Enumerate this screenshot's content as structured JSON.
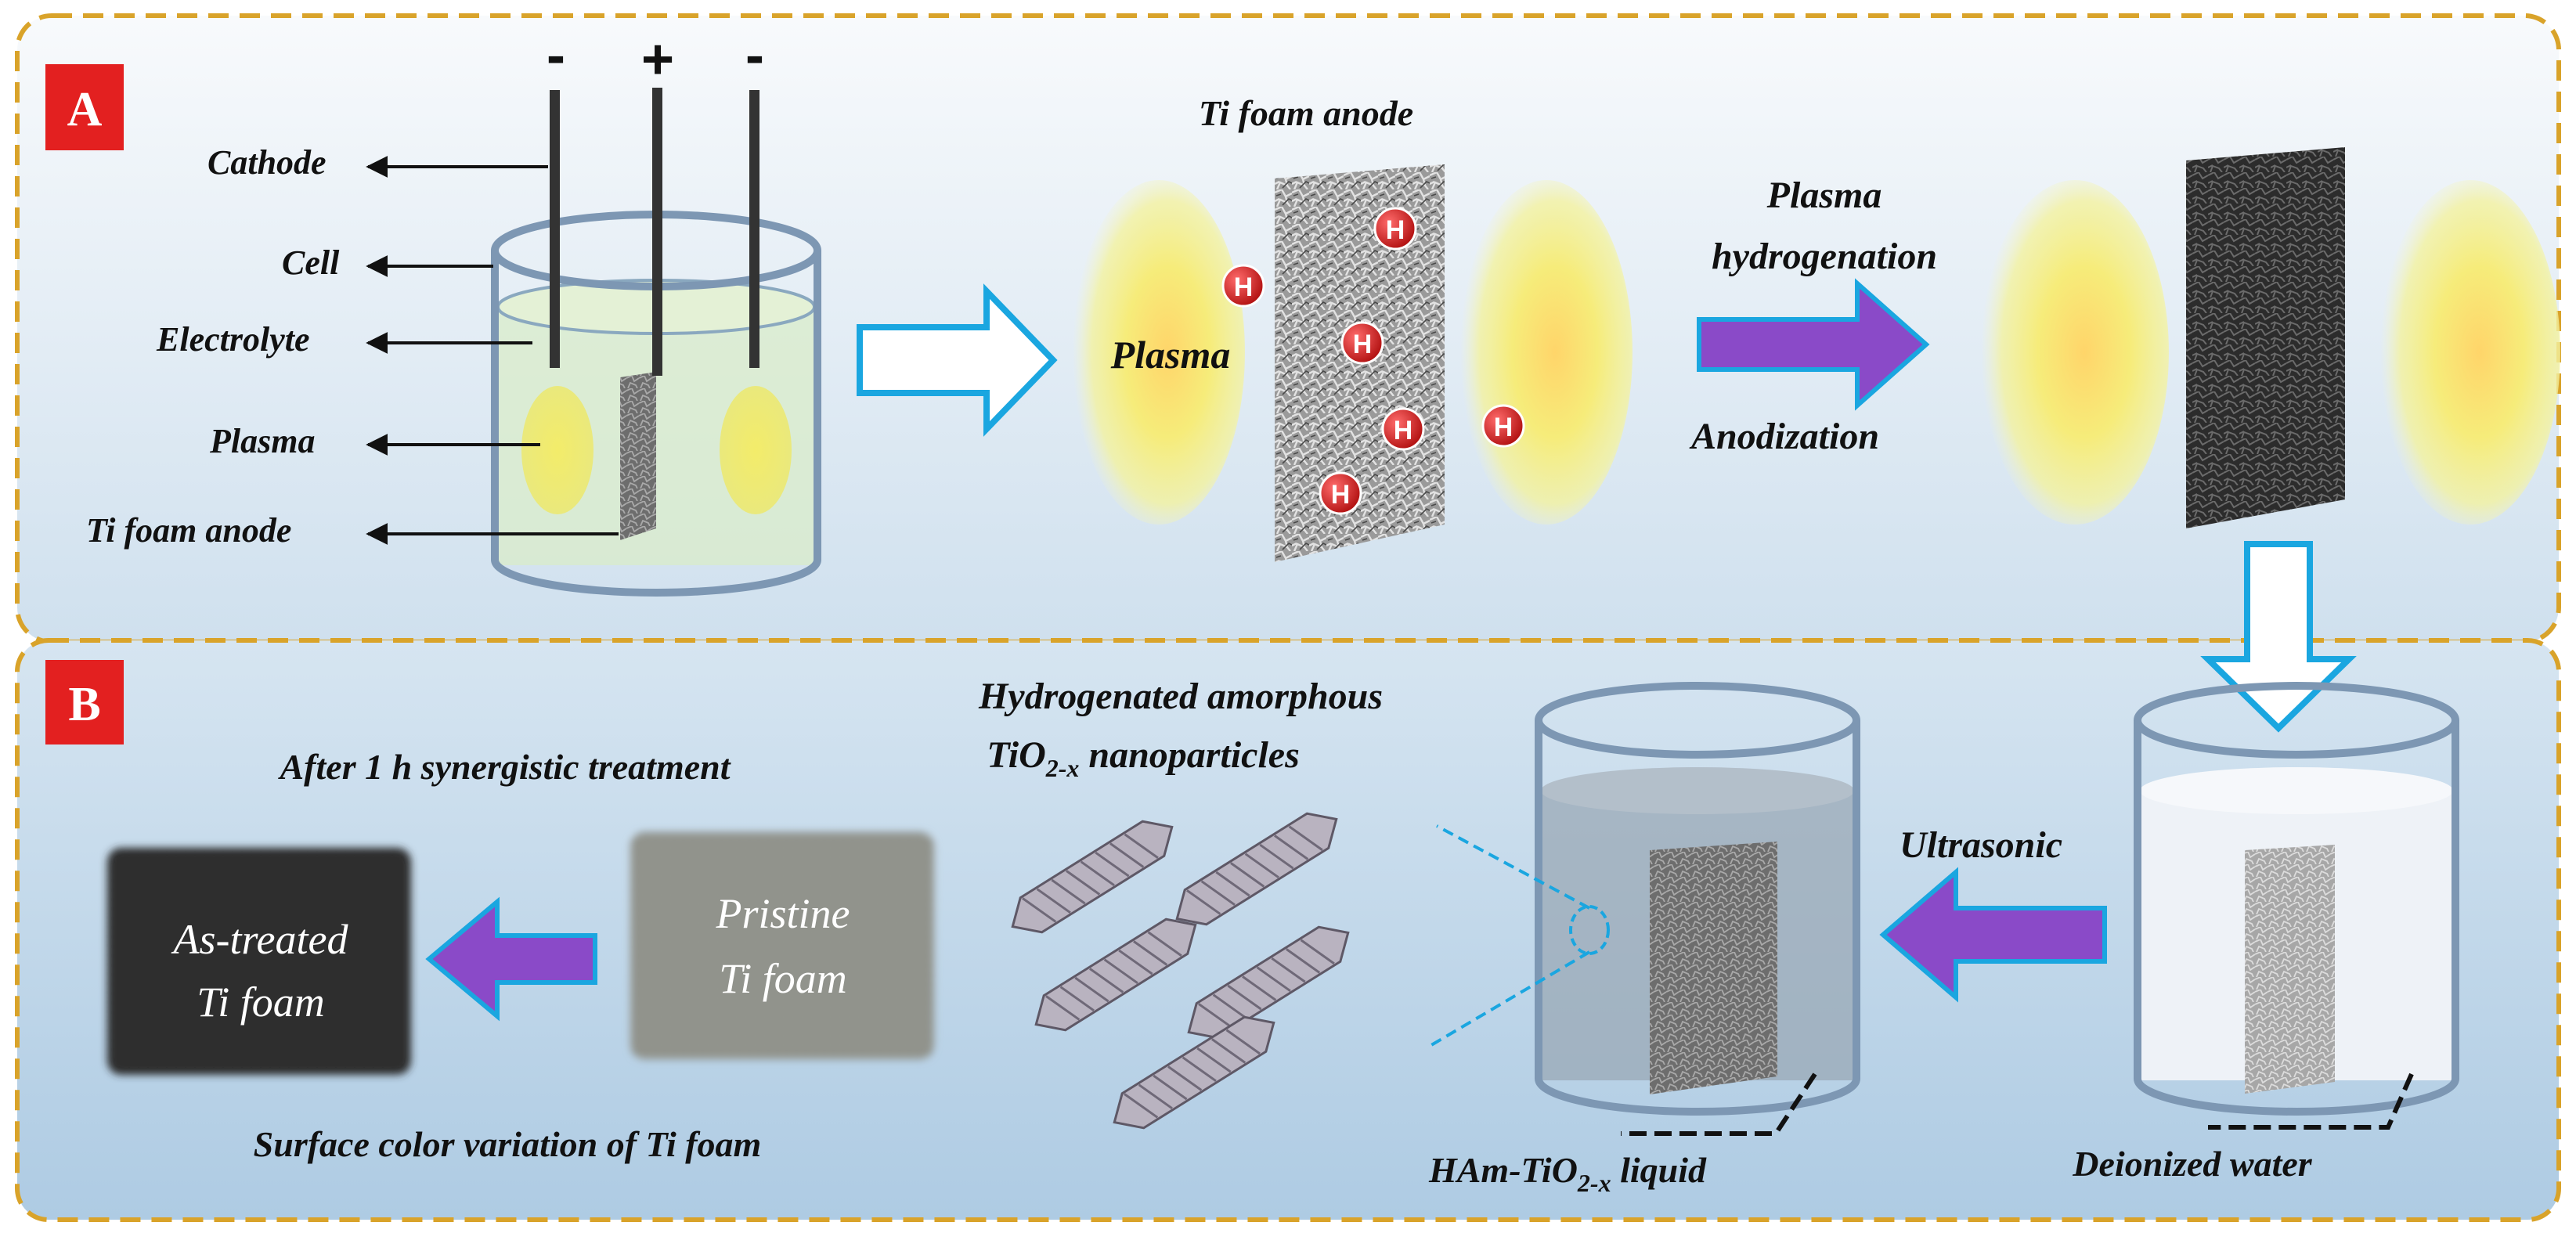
{
  "panel_a": {
    "badge": "A",
    "signs": [
      "-",
      "+",
      "-"
    ],
    "cell_labels": [
      "Cathode",
      "Cell",
      "Electrolyte",
      "Plasma",
      "Ti foam anode"
    ],
    "foam_title": "Ti foam anode",
    "plasma_label": "Plasma",
    "h_label": "H",
    "process_top": [
      "Plasma",
      "hydrogenation"
    ],
    "process_bottom": "Anodization"
  },
  "panel_b": {
    "badge": "B",
    "treatment_title": "After 1 h synergistic treatment",
    "treated_swatch": [
      "As-treated",
      "Ti foam"
    ],
    "pristine_swatch": [
      "Pristine",
      "Ti foam"
    ],
    "surface_caption": "Surface color variation of Ti foam",
    "nanoparticles_title_1": "Hydrogenated amorphous",
    "nanoparticles_title_2_main": "TiO",
    "nanoparticles_title_2_sub": "2-x",
    "nanoparticles_title_2_rest": " nanoparticles",
    "liquid_label_main": "HAm-TiO",
    "liquid_label_sub": "2-x",
    "liquid_label_rest": " liquid",
    "ultrasonic_label": "Ultrasonic",
    "water_label": "Deionized water"
  },
  "colors": {
    "panel_border": "#d9a32a",
    "badge_fill": "#e32020",
    "sign_color": "#e32020",
    "outline_arrow": "#1aa6e0",
    "process_arrow": "#8a4ac8",
    "h_ball": "#c81818"
  }
}
